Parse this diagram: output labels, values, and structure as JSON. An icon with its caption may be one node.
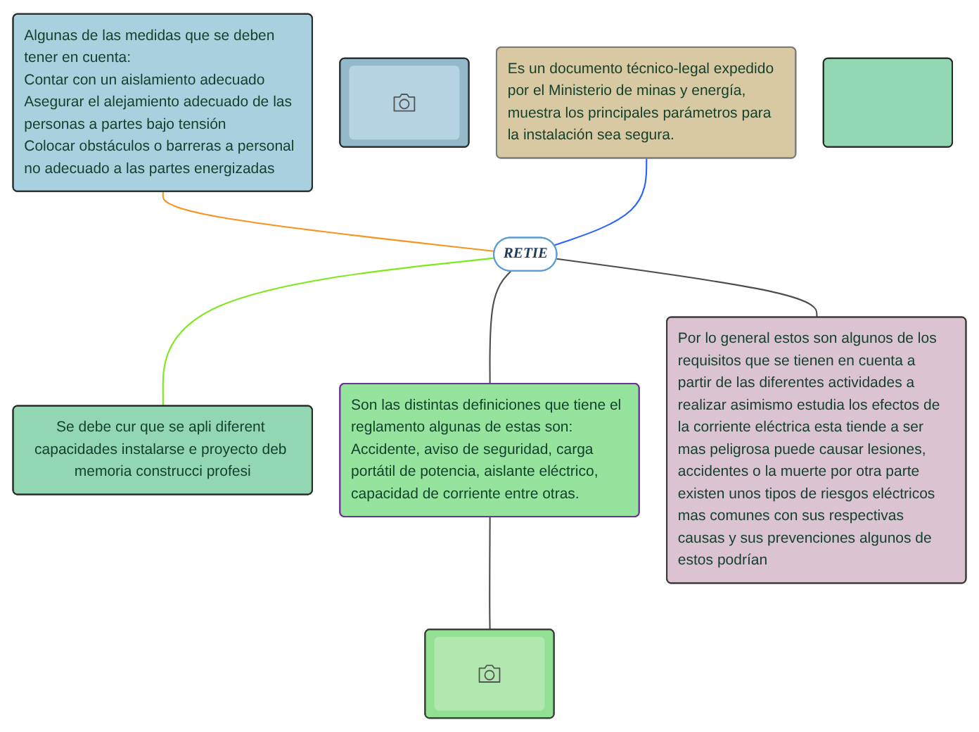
{
  "diagram": {
    "nodes": [
      {
        "text": [
          "Algunas de las medidas que se deben tener en cuenta:",
          "Contar con un aislamiento adecuado",
          "Asegurar el alejamiento adecuado de las personas a partes bajo tensión",
          "Colocar obstáculos o barreras a personal no adecuado a las partes energizadas"
        ]
      },
      {
        "text": [],
        "shape": "picture"
      },
      {
        "text": [
          "Es un documento técnico-legal expedido por el Ministerio de minas y energía, muestra los principales parámetros para la instalación sea segura."
        ]
      },
      {
        "text": [
          "RETIE"
        ]
      },
      {
        "text": [
          "Se debe cur que se apli diferent capacidades instalarse e proyecto deb memoria construcci profesi"
        ]
      },
      {
        "text": [
          "Son las distintas definiciones que tiene el reglamento algunas de estas son: Accidente, aviso de seguridad, carga portátil de potencia, aislante eléctrico, capacidad de corriente entre otras."
        ]
      },
      {
        "text": [
          "Por lo general estos son algunos de los requisitos que se tienen en cuenta a partir de las diferentes actividades a realizar asimismo estudia los efectos de la corriente eléctrica esta tiende a ser mas peligrosa puede causar lesiones, accidentes o la muerte por otra parte existen unos tipos de riesgos eléctricos mas comunes con sus respectivas causas y sus prevenciones algunos de estos podrían"
        ]
      },
      {
        "text": [],
        "shape": "box"
      },
      {
        "text": [],
        "shape": "picture"
      }
    ],
    "edges": [
      {
        "from": 0,
        "to": 3,
        "arrow": "none",
        "color": "#f7941d"
      },
      {
        "from": 2,
        "to": 3,
        "arrow": "none",
        "color": "#2962ff"
      },
      {
        "from": 3,
        "to": 4,
        "arrow": "none",
        "color": "#7ee81c"
      },
      {
        "from": 3,
        "to": 5,
        "arrow": "none"
      },
      {
        "from": 3,
        "to": 6,
        "arrow": "none"
      },
      {
        "from": 5,
        "to": 8,
        "arrow": "none"
      }
    ]
  }
}
